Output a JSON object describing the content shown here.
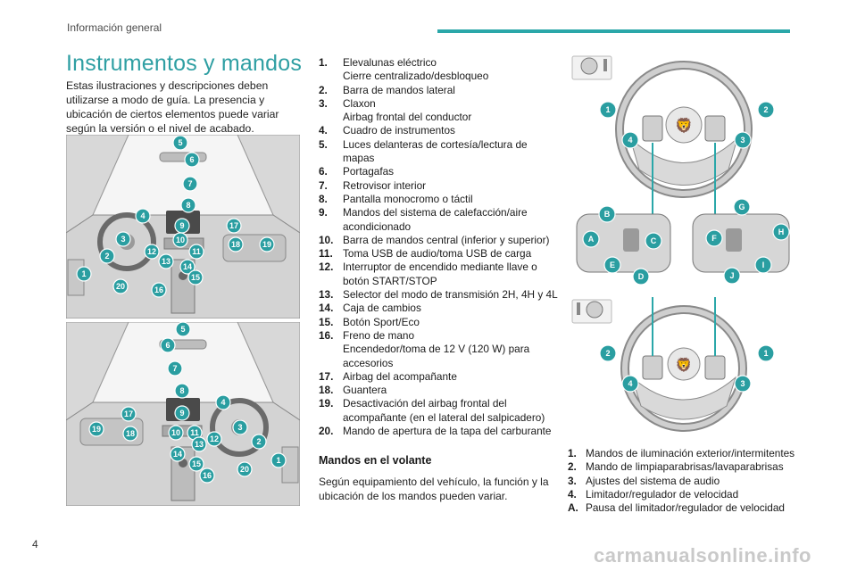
{
  "header": {
    "section": "Información general"
  },
  "title": "Instrumentos y mandos",
  "intro": "Estas ilustraciones y descripciones deben utilizarse a modo de guía. La presencia y ubicación de ciertos elementos puede variar según la versión o el nivel de acabado.",
  "controls": [
    {
      "num": "1.",
      "lines": [
        "Elevalunas eléctrico",
        "Cierre centralizado/desbloqueo"
      ]
    },
    {
      "num": "2.",
      "lines": [
        "Barra de mandos lateral"
      ]
    },
    {
      "num": "3.",
      "lines": [
        "Claxon",
        "Airbag frontal del conductor"
      ]
    },
    {
      "num": "4.",
      "lines": [
        "Cuadro de instrumentos"
      ]
    },
    {
      "num": "5.",
      "lines": [
        "Luces delanteras de cortesía/lectura de mapas"
      ]
    },
    {
      "num": "6.",
      "lines": [
        "Portagafas"
      ]
    },
    {
      "num": "7.",
      "lines": [
        "Retrovisor interior"
      ]
    },
    {
      "num": "8.",
      "lines": [
        "Pantalla monocromo o táctil"
      ]
    },
    {
      "num": "9.",
      "lines": [
        "Mandos del sistema de calefacción/aire acondicionado"
      ]
    },
    {
      "num": "10.",
      "lines": [
        "Barra de mandos central (inferior y superior)"
      ]
    },
    {
      "num": "11.",
      "lines": [
        "Toma USB de audio/toma USB de carga"
      ]
    },
    {
      "num": "12.",
      "lines": [
        "Interruptor de encendido mediante llave o botón START/STOP"
      ]
    },
    {
      "num": "13.",
      "lines": [
        "Selector del modo de transmisión 2H, 4H y 4L"
      ]
    },
    {
      "num": "14.",
      "lines": [
        "Caja de cambios"
      ]
    },
    {
      "num": "15.",
      "lines": [
        "Botón Sport/Eco"
      ]
    },
    {
      "num": "16.",
      "lines": [
        "Freno de mano",
        "Encendedor/toma de 12 V (120 W) para accesorios"
      ]
    },
    {
      "num": "17.",
      "lines": [
        "Airbag del acompañante"
      ]
    },
    {
      "num": "18.",
      "lines": [
        "Guantera"
      ]
    },
    {
      "num": "19.",
      "lines": [
        "Desactivación del airbag frontal del acompañante (en el lateral del salpicadero)"
      ]
    },
    {
      "num": "20.",
      "lines": [
        "Mando de apertura de la tapa del carburante"
      ]
    }
  ],
  "steering": {
    "heading": "Mandos en el volante",
    "text": "Según equipamiento del vehículo, la función y la ubicación de los mandos pueden variar.",
    "items": [
      {
        "num": "1.",
        "text": "Mandos de iluminación exterior/intermitentes"
      },
      {
        "num": "2.",
        "text": "Mando de limpiaparabrisas/lavaparabrisas"
      },
      {
        "num": "3.",
        "text": "Ajustes del sistema de audio"
      },
      {
        "num": "4.",
        "text": "Limitador/regulador de velocidad"
      },
      {
        "num": "A.",
        "text": "Pausa del limitador/regulador de velocidad"
      }
    ]
  },
  "page_number": "4",
  "watermark": "carmanualsonline.info",
  "colors": {
    "accent": "#2aa7a9",
    "badge": "#2a9ea1"
  }
}
